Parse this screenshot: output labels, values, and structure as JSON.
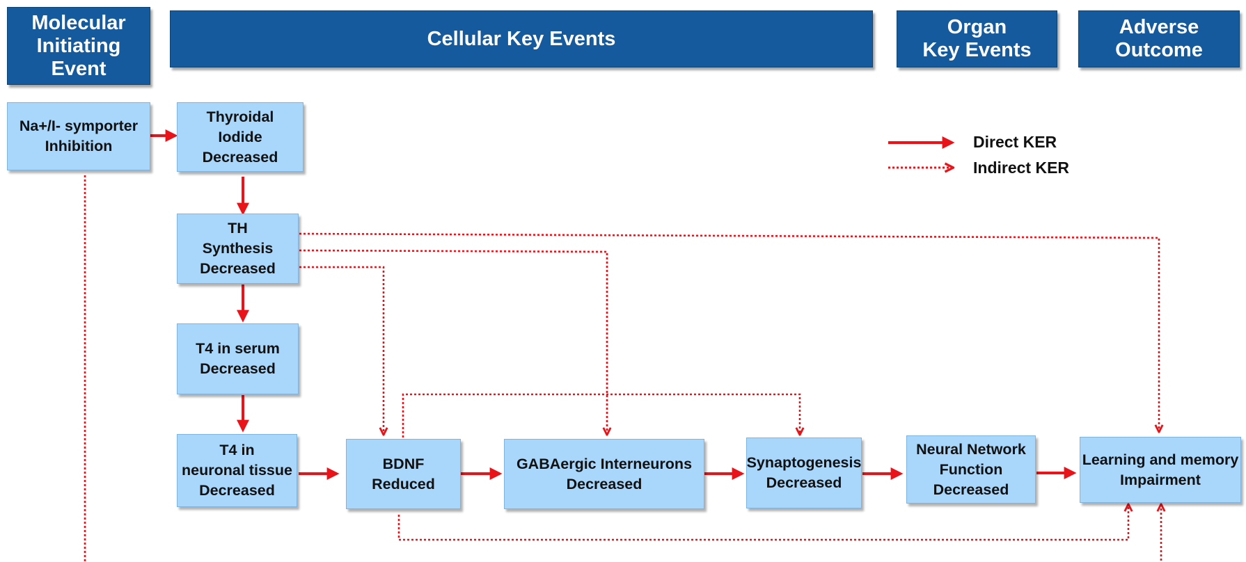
{
  "headers": {
    "mie": "Molecular\nInitiating\nEvent",
    "cellular": "Cellular Key Events",
    "organ": "Organ\nKey Events",
    "adverse": "Adverse\nOutcome"
  },
  "nodes": {
    "nis": "Na+/I- symporter\nInhibition",
    "iodide": "Thyroidal\nIodide\nDecreased",
    "th_synthesis": "TH\nSynthesis\nDecreased",
    "t4_serum": "T4 in serum\nDecreased",
    "t4_neuronal": "T4 in\nneuronal tissue\nDecreased",
    "bdnf": "BDNF\nReduced",
    "gaba": "GABAergic Interneurons\nDecreased",
    "synaptogenesis": "Synaptogenesis\nDecreased",
    "neural_network": "Neural Network\nFunction\nDecreased",
    "learning": "Learning and memory\nImpairment"
  },
  "legend": {
    "direct": "Direct KER",
    "indirect": "Indirect KER"
  },
  "colors": {
    "header_bg": "#145a9c",
    "box_bg": "#a9d6fb",
    "arrow": "#e8141a"
  }
}
